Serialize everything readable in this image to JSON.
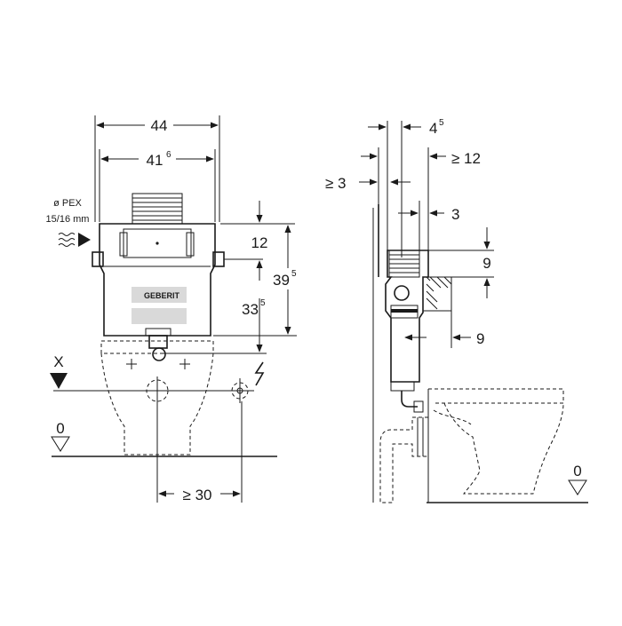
{
  "front_view": {
    "width_outer": "44",
    "width_inner_main": "41",
    "width_inner_sup": "6",
    "pex_label_line1": "ø PEX",
    "pex_label_line2": "15/16 mm",
    "top_offset": "12",
    "height_total_main": "39",
    "height_total_sup": "5",
    "height_lower_main": "33",
    "height_lower_sup": "5",
    "marker_x": "X",
    "floor_level": "0",
    "side_distance": "≥ 30",
    "brand": "GEBERIT"
  },
  "side_view": {
    "depth_main": "4",
    "depth_sup": "5",
    "min_gap_right": "≥ 12",
    "min_gap_left": "≥ 3",
    "offset_3": "3",
    "height_9_top": "9",
    "height_9_side": "9",
    "floor_level": "0"
  }
}
